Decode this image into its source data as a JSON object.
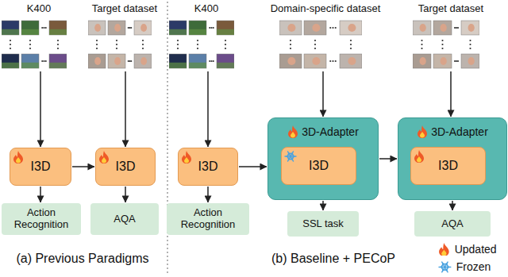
{
  "diagram": {
    "nodes": [
      {
        "text": [
          "K400"
        ]
      },
      {
        "text": [
          "Target dataset"
        ]
      },
      {
        "text": [
          "I3D"
        ]
      },
      {
        "text": [
          "I3D"
        ]
      },
      {
        "text": [
          "Action Recognition"
        ]
      },
      {
        "text": [
          "AQA"
        ]
      },
      {
        "text": [
          "K400"
        ]
      },
      {
        "text": [
          "Domain-specific dataset"
        ]
      },
      {
        "text": [
          "Target dataset"
        ]
      },
      {
        "text": [
          "I3D"
        ]
      },
      {
        "text": [
          "3D-Adapter"
        ]
      },
      {
        "text": [
          "I3D"
        ],
        "in": 10
      },
      {
        "text": [
          "3D-Adapter"
        ]
      },
      {
        "text": [
          "I3D"
        ],
        "in": 12
      },
      {
        "text": [
          "Action Recognition"
        ]
      },
      {
        "text": [
          "SSL task"
        ]
      },
      {
        "text": [
          "AQA"
        ]
      }
    ],
    "edges": [
      {
        "from": 0,
        "to": 2,
        "arrow": "to"
      },
      {
        "from": 1,
        "to": 3,
        "arrow": "to"
      },
      {
        "from": 2,
        "to": 3,
        "arrow": "to"
      },
      {
        "from": 2,
        "to": 4,
        "arrow": "to"
      },
      {
        "from": 3,
        "to": 5,
        "arrow": "to"
      },
      {
        "from": 6,
        "to": 9,
        "arrow": "to"
      },
      {
        "from": 7,
        "to": 10,
        "arrow": "to"
      },
      {
        "from": 8,
        "to": 12,
        "arrow": "to"
      },
      {
        "from": 9,
        "to": 10,
        "arrow": "to"
      },
      {
        "from": 10,
        "to": 12,
        "arrow": "to"
      },
      {
        "from": 9,
        "to": 14,
        "arrow": "to"
      },
      {
        "from": 10,
        "to": 15,
        "arrow": "to"
      },
      {
        "from": 12,
        "to": 16,
        "arrow": "to"
      }
    ],
    "labels": [
      "(a) Previous Paradigms",
      "(b) Baseline + PECoP"
    ],
    "legend": [
      {
        "text": "Updated"
      },
      {
        "text": "Frozen"
      }
    ]
  }
}
